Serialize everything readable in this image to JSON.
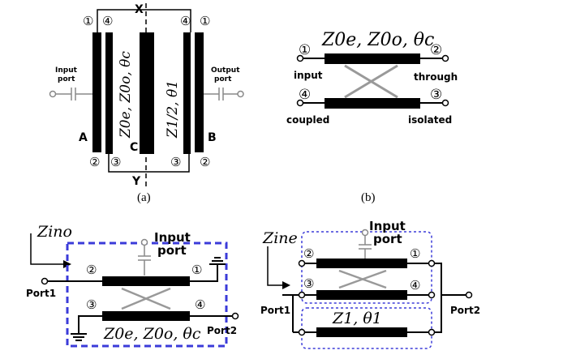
{
  "panel_a": {
    "caption": "(a)",
    "x_label": "X",
    "y_label": "Y",
    "port_top_left_1": "①",
    "port_top_left_4": "④",
    "port_top_right_4": "④",
    "port_top_right_1": "①",
    "port_bottom_left_2": "②",
    "port_bottom_left_3": "③",
    "port_bottom_right_3": "③",
    "port_bottom_right_2": "②",
    "input_port_line1": "Input",
    "input_port_line2": "port",
    "output_port_line1": "Output",
    "output_port_line2": "port",
    "line_a": "A",
    "line_b": "B",
    "line_c": "C",
    "coupled_label": "Z0e, Z0o, θc",
    "center_label": "Z1/2, θ1"
  },
  "panel_b": {
    "caption": "(b)",
    "header": "Z0e, Z0o, θc",
    "p1": "①",
    "p2": "②",
    "p3": "③",
    "p4": "④",
    "input": "input",
    "through": "through",
    "coupled": "coupled",
    "isolated": "isolated"
  },
  "panel_c": {
    "z_label": "Zino",
    "input_line1": "Input",
    "input_line2": "port",
    "p1": "①",
    "p2": "②",
    "p3": "③",
    "p4": "④",
    "port1": "Port1",
    "port2": "Port2",
    "bottom_label": "Z0e, Z0o, θc",
    "box_color": "#3b3bd9"
  },
  "panel_d": {
    "z_label": "Zine",
    "input_line1": "Input",
    "input_line2": "port",
    "p1": "①",
    "p2": "②",
    "p3": "③",
    "p4": "④",
    "port1": "Port1",
    "port2": "Port2",
    "line_label": "Z1, θ1",
    "box_color": "#3b3bd9"
  }
}
